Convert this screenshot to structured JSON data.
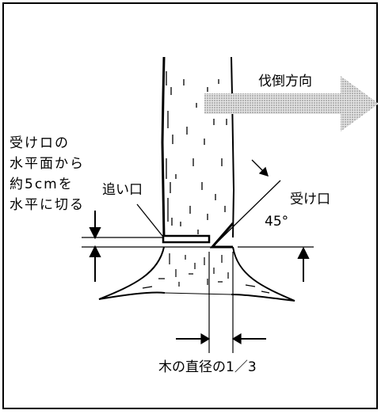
{
  "labels": {
    "felling_direction": "伐倒方向",
    "undercut": "受け口",
    "angle": "45°",
    "backcut": "追い口",
    "backcut_instruction_lines": [
      "受けロの",
      "水平面から",
      "約5cmを",
      "水平に切る"
    ],
    "depth_note": "木の直径の1／3"
  },
  "colors": {
    "ink": "#000000",
    "arrow_fill": "#b8b8b8",
    "paper": "#ffffff"
  }
}
